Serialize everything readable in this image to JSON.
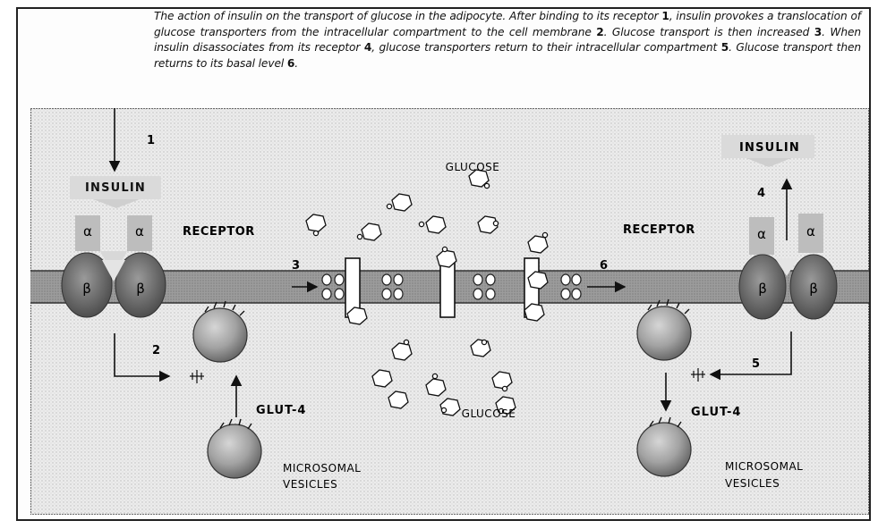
{
  "caption": {
    "segments": [
      {
        "text": "The action of insulin on the transport of glucose in the adipocyte. After binding to its receptor ",
        "bold": false
      },
      {
        "text": "1",
        "bold": true
      },
      {
        "text": ", insulin provokes a translocation of glucose transporters from the intracellular compartment to the cell membrane ",
        "bold": false
      },
      {
        "text": "2",
        "bold": true
      },
      {
        "text": ". Glucose transport is then increased ",
        "bold": false
      },
      {
        "text": "3",
        "bold": true
      },
      {
        "text": ". When insulin disassociates from its receptor ",
        "bold": false
      },
      {
        "text": "4",
        "bold": true
      },
      {
        "text": ", glucose transporters return to their intracellular compartment ",
        "bold": false
      },
      {
        "text": "5",
        "bold": true
      },
      {
        "text": ". Glucose transport then returns to its basal level ",
        "bold": false
      },
      {
        "text": "6",
        "bold": true
      },
      {
        "text": ".",
        "bold": false
      }
    ]
  },
  "labels": {
    "insulin_left": "INSULIN",
    "insulin_right": "INSULIN",
    "receptor_left": "RECEPTOR",
    "receptor_right": "RECEPTOR",
    "glucose_top": "GLUCOSE",
    "glucose_bottom": "GLUCOSE",
    "glut4_left": "GLUT-4",
    "glut4_right": "GLUT-4",
    "microsomal_left_1": "MICROSOMAL",
    "microsomal_left_2": "VESICLES",
    "microsomal_right_1": "MICROSOMAL",
    "microsomal_right_2": "VESICLES",
    "alpha": "α",
    "beta": "β"
  },
  "steps": {
    "s1": "1",
    "s2": "2",
    "s3": "3",
    "s4": "4",
    "s5": "5",
    "s6": "6"
  },
  "colors": {
    "membrane": "#9a9a9a",
    "receptor": "#6f6f6f",
    "vesicle": "#a5a5a5",
    "line": "#111111"
  }
}
